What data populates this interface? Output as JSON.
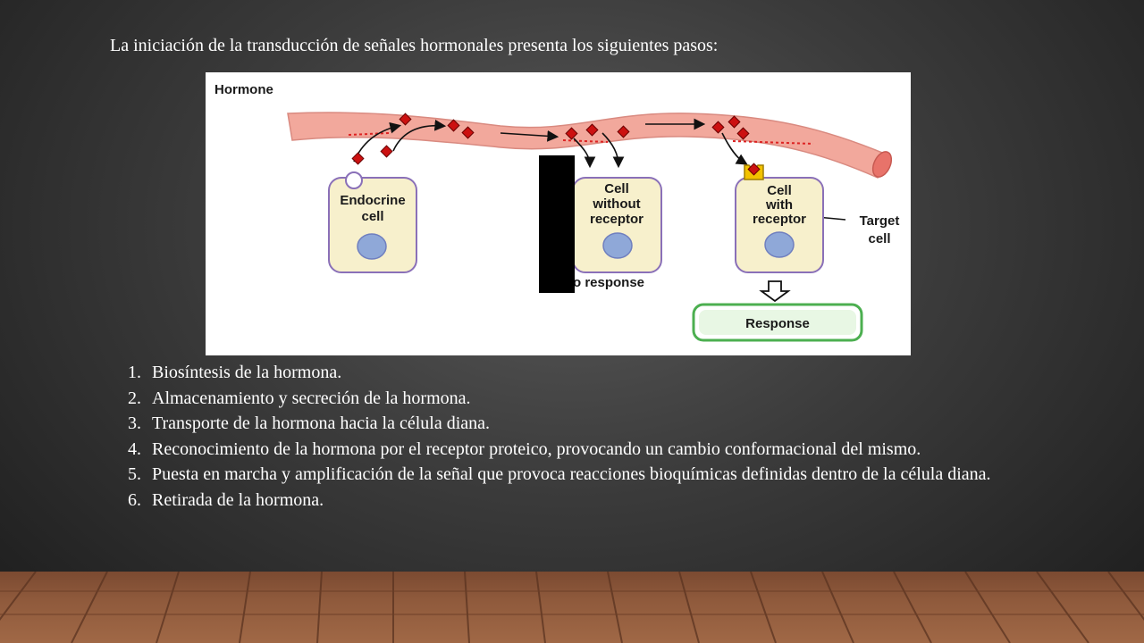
{
  "slide": {
    "title": "La iniciación de la transducción de señales hormonales presenta los siguientes pasos:"
  },
  "figure": {
    "hormone_label": "Hormone",
    "endocrine_cell": [
      "Endocrine",
      "cell"
    ],
    "cell_without_receptor": [
      "Cell",
      "without",
      "receptor"
    ],
    "cell_with_receptor": [
      "Cell",
      "with",
      "receptor"
    ],
    "target_cell": [
      "Target",
      "cell"
    ],
    "no_response": "o response",
    "response": "Response",
    "colors": {
      "vessel": "#f2a89c",
      "hormone": "#cc1111",
      "cell_fill": "#f7f0cc",
      "cell_border": "#8a70b8",
      "nucleus": "#8fa8d8",
      "response_border": "#4caf50",
      "receptor": "#f2c200"
    }
  },
  "steps": [
    {
      "number": "1.",
      "text": "Biosíntesis de la hormona."
    },
    {
      "number": "2.",
      "text": "Almacenamiento y secreción de la hormona."
    },
    {
      "number": "3.",
      "text": "Transporte de la hormona hacia la célula diana."
    },
    {
      "number": "4.",
      "text": "Reconocimiento de la hormona por el receptor proteico, provocando un cambio conformacional del mismo."
    },
    {
      "number": "5.",
      "text": "Puesta en marcha y amplificación de la señal que provoca reacciones bioquímicas definidas dentro de la célula diana."
    },
    {
      "number": "6.",
      "text": "Retirada de la hormona."
    }
  ]
}
